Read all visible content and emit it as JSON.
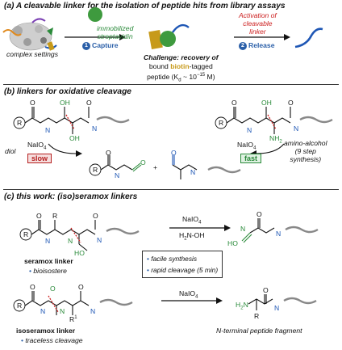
{
  "sectionA": {
    "title": "(a) A cleavable linker for the isolation of peptide hits from library assays",
    "complex_label": "complex settings",
    "streptavidin_label_1": "immobilized",
    "streptavidin_label_2": "streptavidin",
    "capture_step": "1",
    "capture_label": "Capture",
    "challenge_1": "Challenge: recovery of",
    "challenge_2a": "bound",
    "challenge_2b": "biotin",
    "challenge_2c": "-tagged",
    "challenge_3": "peptide (K",
    "challenge_3b": "d",
    "challenge_3c": " ~ 10",
    "challenge_3d": "−15",
    "challenge_3e": " M)",
    "activation_1": "Activation of",
    "activation_2": "cleavable",
    "activation_3": "linker",
    "release_step": "2",
    "release_label": "Release"
  },
  "sectionB": {
    "title": "(b) linkers for oxidative cleavage",
    "diol_label": "diol",
    "reagent": "NaIO",
    "reagent_sub": "4",
    "slow": "slow",
    "fast": "fast",
    "plus": "+",
    "aminoalcohol_1": "amino-alcohol",
    "aminoalcohol_2": "(9 step",
    "aminoalcohol_3": "synthesis)"
  },
  "sectionC": {
    "title": "(c) this work: (iso)seramox linkers",
    "reagent_1": "NaIO",
    "reagent_1_sub": "4",
    "reagent_2": "H",
    "reagent_2_sub": "2",
    "reagent_2_rest": "N-OH",
    "seramox_name": "seramox linker",
    "seramox_feature": "bioisostere",
    "feature_1": "facile synthesis",
    "feature_2": "rapid cleavage (5 min)",
    "isoseramox_name": "isoseramox linker",
    "isoseramox_feature": "traceless cleavage",
    "reagent_3": "NaIO",
    "reagent_3_sub": "4",
    "fragment_label": "N-terminal peptide fragment"
  },
  "atoms": {
    "R": "R",
    "O": "O",
    "N": "N",
    "H": "H",
    "OH": "OH",
    "NH2": "NH",
    "two": "2",
    "HO": "HO",
    "R1": "R",
    "one": "1",
    "H2N": "H",
    "HO_N": "HO"
  },
  "colors": {
    "blue": "#1f57b5",
    "green": "#2a8a3a",
    "red": "#cc2020",
    "biotin": "#c79a1a"
  }
}
